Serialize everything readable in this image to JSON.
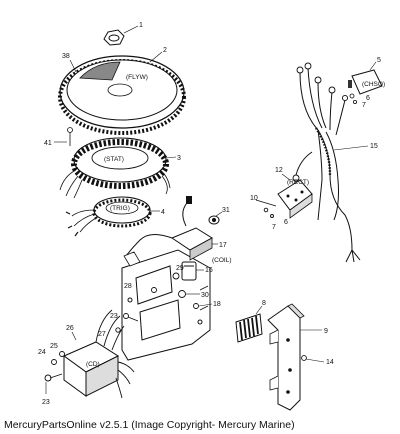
{
  "labels": {
    "flywheel": "(FLYW)",
    "stator": "(STAT)",
    "trigger": "(TRIG)",
    "coil": "(COIL)",
    "rectifier": "(RECT)",
    "cdi": "(CD)",
    "choke_solenoid": "(CHSO)"
  },
  "callouts": [
    "1",
    "2",
    "3",
    "4",
    "5",
    "6",
    "7",
    "8",
    "9",
    "10",
    "12",
    "14",
    "15",
    "16",
    "17",
    "18",
    "23",
    "24",
    "25",
    "26",
    "27",
    "28",
    "29",
    "30",
    "31",
    "38",
    "41"
  ],
  "footer": "MercuryPartsOnline v2.5.1 (Image Copyright- Mercury Marine)"
}
